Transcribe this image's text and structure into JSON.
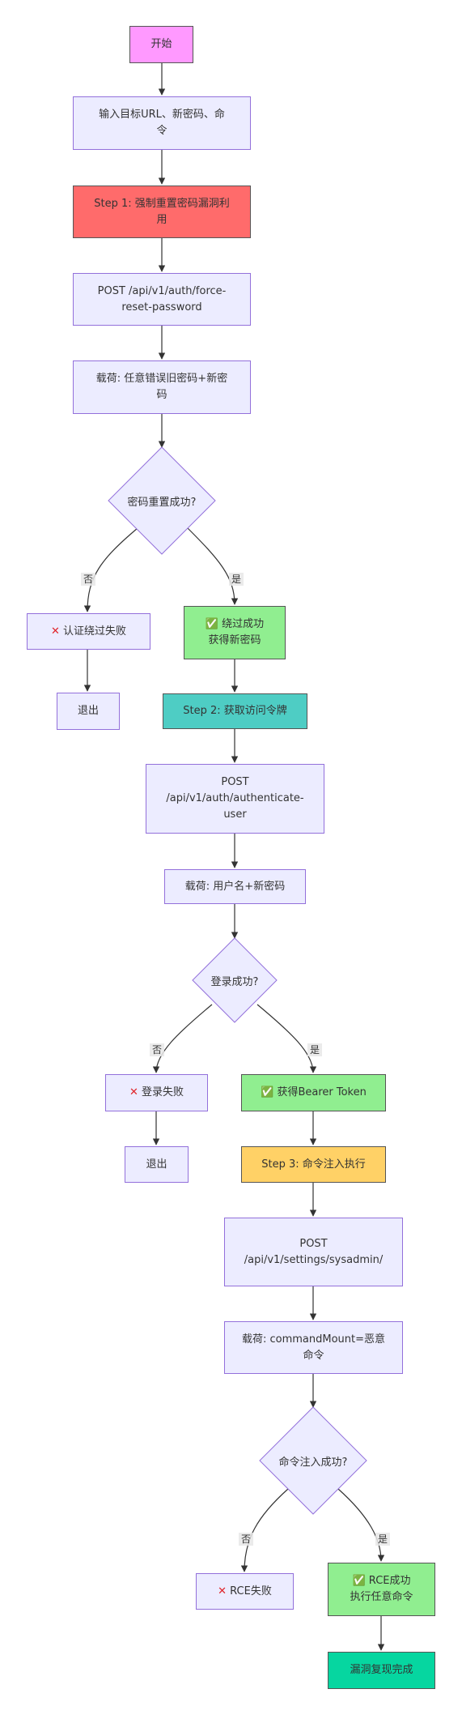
{
  "nodes": {
    "start": "开始",
    "input": "输入目标URL、新密码、命\n令",
    "step1": "Step 1: 强制重置密码漏洞利\n用",
    "post1": "POST /api/v1/auth/force-\nreset-password",
    "payload1": "载荷: 任意错误旧密码+新密\n码",
    "decision1": "密码重置成功?",
    "fail1": "认证绕过失败",
    "exit1": "退出",
    "ok1": "✅ 绕过成功\n获得新密码",
    "step2": "Step 2: 获取访问令牌",
    "post2": "POST\n/api/v1/auth/authenticate-\nuser",
    "payload2": "载荷: 用户名+新密码",
    "decision2": "登录成功?",
    "fail2": "登录失败",
    "exit2": "退出",
    "ok2": "✅ 获得Bearer Token",
    "step3": "Step 3: 命令注入执行",
    "post3": "POST\n/api/v1/settings/sysadmin/",
    "payload3": "载荷: commandMount=恶意\n命令",
    "decision3": "命令注入成功?",
    "fail3": "RCE失败",
    "ok3": "✅ RCE成功\n执行任意命令",
    "done": "漏洞复现完成"
  },
  "edge_labels": {
    "no": "否",
    "yes": "是"
  },
  "icons": {
    "fail": "cross-mark-icon",
    "ok": "check-mark-icon"
  },
  "colors": {
    "start": "#ff99ff",
    "step1": "#ff6b6b",
    "step2": "#4ecdc4",
    "step3": "#ffd166",
    "success": "#90ee90",
    "done": "#06d6a0",
    "default_fill": "#ECECFF",
    "default_border": "#9370DB"
  }
}
